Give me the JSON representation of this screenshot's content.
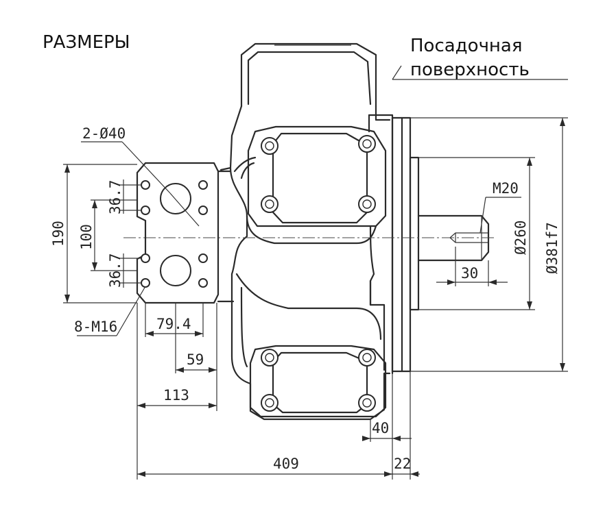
{
  "heading": "РАЗМЕРЫ",
  "note_line1": "Посадочная",
  "note_line2": "поверхность",
  "dims": {
    "holes": "2-Ø40",
    "d190": "190",
    "d100": "100",
    "d367a": "36.7",
    "d367b": "36.7",
    "m16": "8-M16",
    "d794": "79.4",
    "d59": "59",
    "d113": "113",
    "d409": "409",
    "d40": "40",
    "d22": "22",
    "m20": "M20",
    "d30": "30",
    "d260": "Ø260",
    "d381": "Ø381f7"
  }
}
